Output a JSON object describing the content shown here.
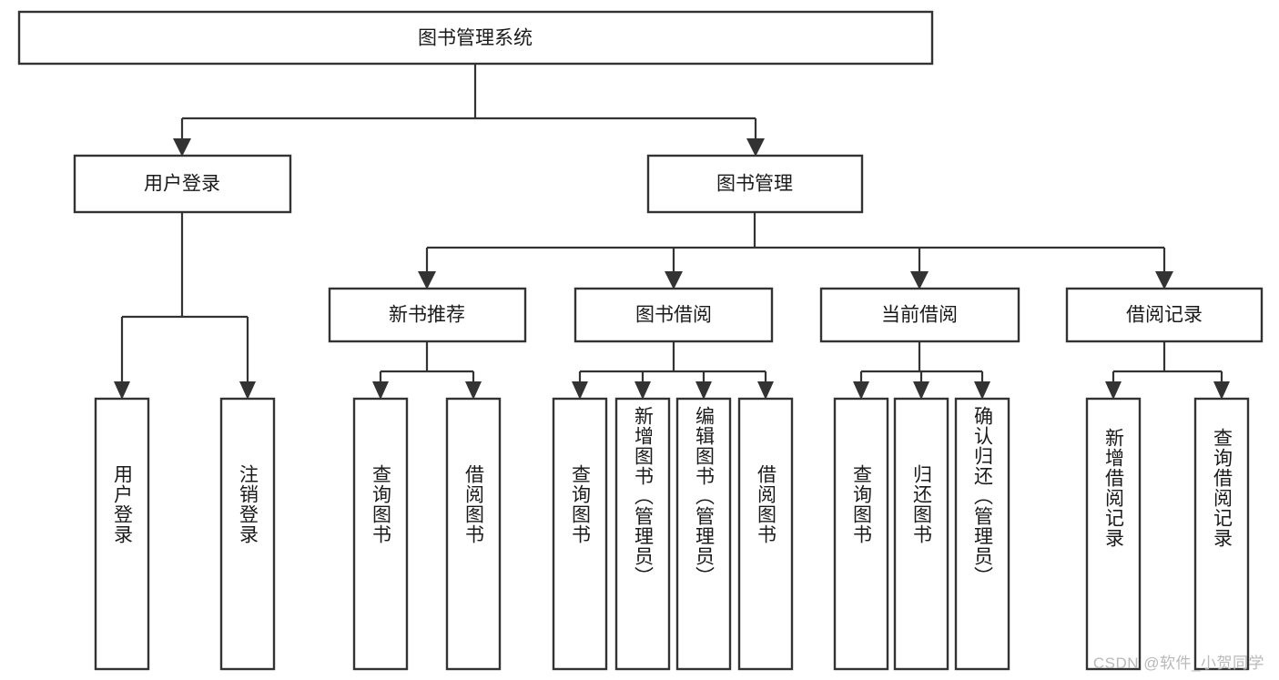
{
  "diagram": {
    "type": "tree-flowchart",
    "title": "图书管理系统",
    "watermark": "CSDN @软件_小贺同学",
    "colors": {
      "stroke": "#333333",
      "fill": "#ffffff",
      "text": "#1a1a1a",
      "watermark": "#b9b9b9"
    },
    "levels": {
      "root": {
        "label": "图书管理系统"
      },
      "level2": [
        {
          "id": "user-login",
          "label": "用户登录"
        },
        {
          "id": "book-manage",
          "label": "图书管理"
        }
      ],
      "level3": [
        {
          "id": "new-book-recommend",
          "label": "新书推荐",
          "parent": "book-manage"
        },
        {
          "id": "book-borrow",
          "label": "图书借阅",
          "parent": "book-manage"
        },
        {
          "id": "current-borrow",
          "label": "当前借阅",
          "parent": "book-manage"
        },
        {
          "id": "borrow-record",
          "label": "借阅记录",
          "parent": "book-manage"
        }
      ],
      "leaves": [
        {
          "id": "leaf-user-login",
          "label": "用户登录",
          "parent": "user-login"
        },
        {
          "id": "leaf-logout",
          "label": "注销登录",
          "parent": "user-login"
        },
        {
          "id": "leaf-query-book-1",
          "label": "查询图书",
          "parent": "new-book-recommend"
        },
        {
          "id": "leaf-borrow-book-1",
          "label": "借阅图书",
          "parent": "new-book-recommend"
        },
        {
          "id": "leaf-query-book-2",
          "label": "查询图书",
          "parent": "book-borrow"
        },
        {
          "id": "leaf-add-book",
          "label": "新增图书（管理员）",
          "parent": "book-borrow"
        },
        {
          "id": "leaf-edit-book",
          "label": "编辑图书（管理员）",
          "parent": "book-borrow"
        },
        {
          "id": "leaf-borrow-book-2",
          "label": "借阅图书",
          "parent": "book-borrow"
        },
        {
          "id": "leaf-query-book-3",
          "label": "查询图书",
          "parent": "current-borrow"
        },
        {
          "id": "leaf-return-book",
          "label": "归还图书",
          "parent": "current-borrow"
        },
        {
          "id": "leaf-confirm-return",
          "label": "确认归还（管理员）",
          "parent": "current-borrow"
        },
        {
          "id": "leaf-add-record",
          "label": "新增借阅记录",
          "parent": "borrow-record"
        },
        {
          "id": "leaf-query-record",
          "label": "查询借阅记录",
          "parent": "borrow-record"
        }
      ]
    }
  }
}
